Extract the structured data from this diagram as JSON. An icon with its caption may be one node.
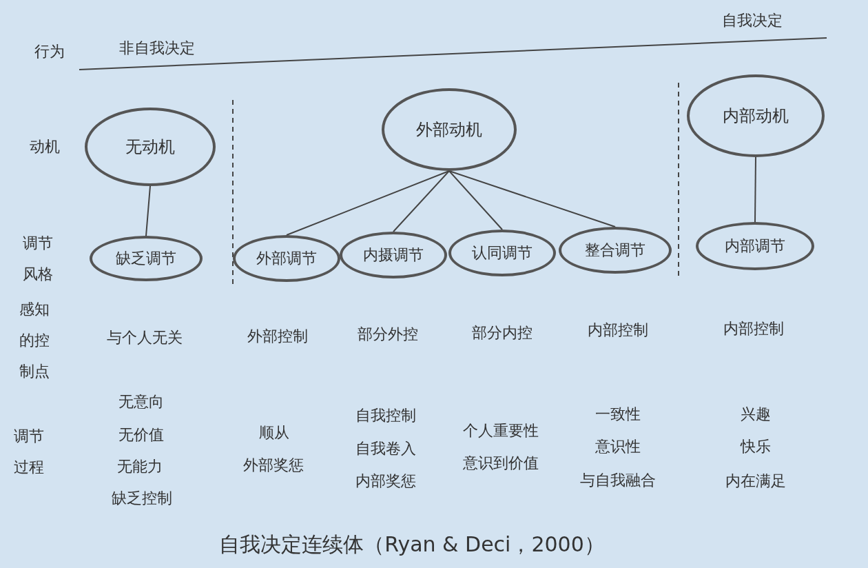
{
  "diagram": {
    "caption": "自我决定连续体（Ryan & Deci，2000）",
    "nodes": [
      {
        "text": [
          "无动机"
        ]
      },
      {
        "text": [
          "缺乏调节"
        ]
      },
      {
        "text": [
          "外部动机"
        ]
      },
      {
        "text": [
          "外部调节"
        ]
      },
      {
        "text": [
          "内摄调节"
        ]
      },
      {
        "text": [
          "认同调节"
        ]
      },
      {
        "text": [
          "整合调节"
        ]
      },
      {
        "text": [
          "内部动机"
        ]
      },
      {
        "text": [
          "内部调节"
        ]
      }
    ],
    "edges": [
      {
        "from": 0,
        "to": 1,
        "arrow": "none"
      },
      {
        "from": 2,
        "to": 3,
        "arrow": "none"
      },
      {
        "from": 2,
        "to": 4,
        "arrow": "none"
      },
      {
        "from": 2,
        "to": 5,
        "arrow": "none"
      },
      {
        "from": 2,
        "to": 6,
        "arrow": "none"
      },
      {
        "from": 7,
        "to": 8,
        "arrow": "none"
      }
    ],
    "labels": [
      "自我决定",
      "行为",
      "非自我决定",
      "动机",
      "调节风格",
      "感知的控制点",
      "与个人无关",
      "外部控制",
      "部分外控",
      "部分内控",
      "内部控制",
      "内部控制",
      "调节过程",
      "无意向",
      "无价值",
      "无能力",
      "缺乏控制",
      "顺从",
      "外部奖惩",
      "自我控制",
      "自我卷入",
      "内部奖惩",
      "个人重要性",
      "意识到价值",
      "一致性",
      "意识性",
      "与自我融合",
      "兴趣",
      "快乐",
      "内在满足"
    ]
  }
}
